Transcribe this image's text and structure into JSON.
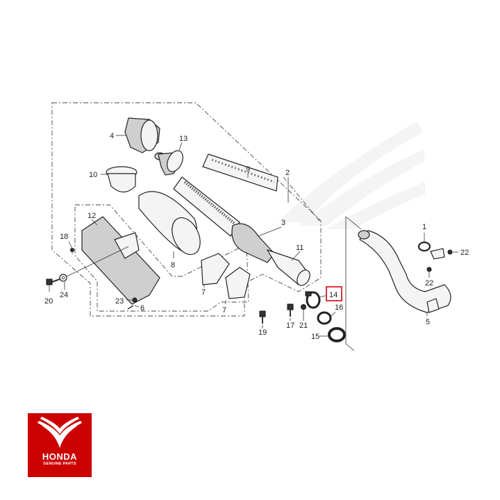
{
  "diagram": {
    "callouts": [
      "1",
      "2",
      "3",
      "4",
      "5",
      "6",
      "7",
      "7",
      "8",
      "9",
      "10",
      "11",
      "12",
      "13",
      "14",
      "15",
      "16",
      "17",
      "18",
      "19",
      "20",
      "21",
      "22",
      "22",
      "23",
      "24"
    ],
    "highlighted_callout": "14",
    "highlight_color": "#d9343a"
  },
  "logo": {
    "brand": "HONDA",
    "tagline": "GENUINE PARTS",
    "background": "#cc0000"
  }
}
